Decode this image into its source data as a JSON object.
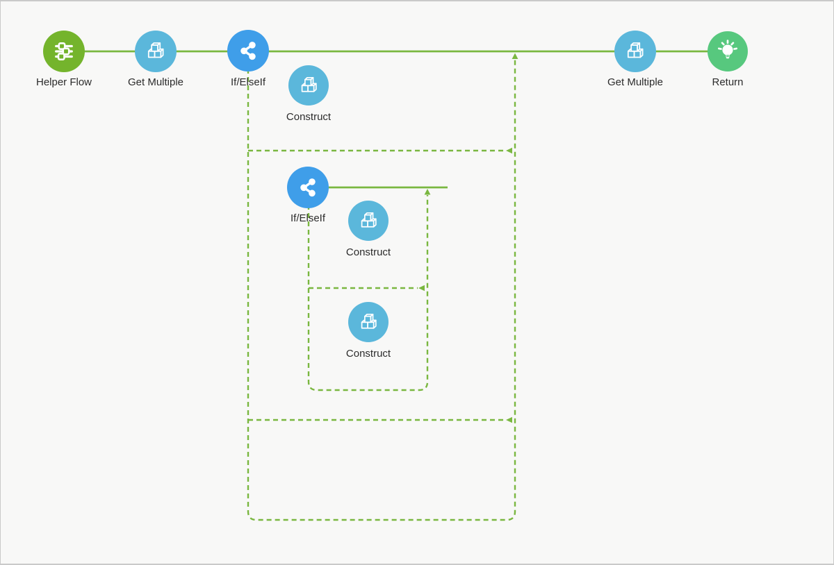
{
  "colors": {
    "start-green": "#74b42c",
    "return-green": "#57c87e",
    "action-blue": "#5bb7db",
    "decision-blue": "#3f9ee9",
    "connector-green": "#7ab740",
    "canvas-bg": "#f8f8f7",
    "label-text": "#2b2b2b",
    "frame-border": "#c9c9c9"
  },
  "canvas": {
    "nodes": [
      {
        "id": "helper-flow",
        "label": "Helper Flow",
        "icon": "sliders-icon",
        "kind": "start"
      },
      {
        "id": "get-multiple-1",
        "label": "Get Multiple",
        "icon": "cubes-icon",
        "kind": "action"
      },
      {
        "id": "if-elseif-1",
        "label": "If/ElseIf",
        "icon": "share-icon",
        "kind": "decision"
      },
      {
        "id": "construct-1",
        "label": "Construct",
        "icon": "cubes-icon",
        "kind": "action"
      },
      {
        "id": "if-elseif-2",
        "label": "If/ElseIf",
        "icon": "share-icon",
        "kind": "decision"
      },
      {
        "id": "construct-2",
        "label": "Construct",
        "icon": "cubes-icon",
        "kind": "action"
      },
      {
        "id": "construct-3",
        "label": "Construct",
        "icon": "cubes-icon",
        "kind": "action"
      },
      {
        "id": "get-multiple-2",
        "label": "Get Multiple",
        "icon": "cubes-icon",
        "kind": "action"
      },
      {
        "id": "return",
        "label": "Return",
        "icon": "lightbulb-icon",
        "kind": "return"
      }
    ]
  }
}
